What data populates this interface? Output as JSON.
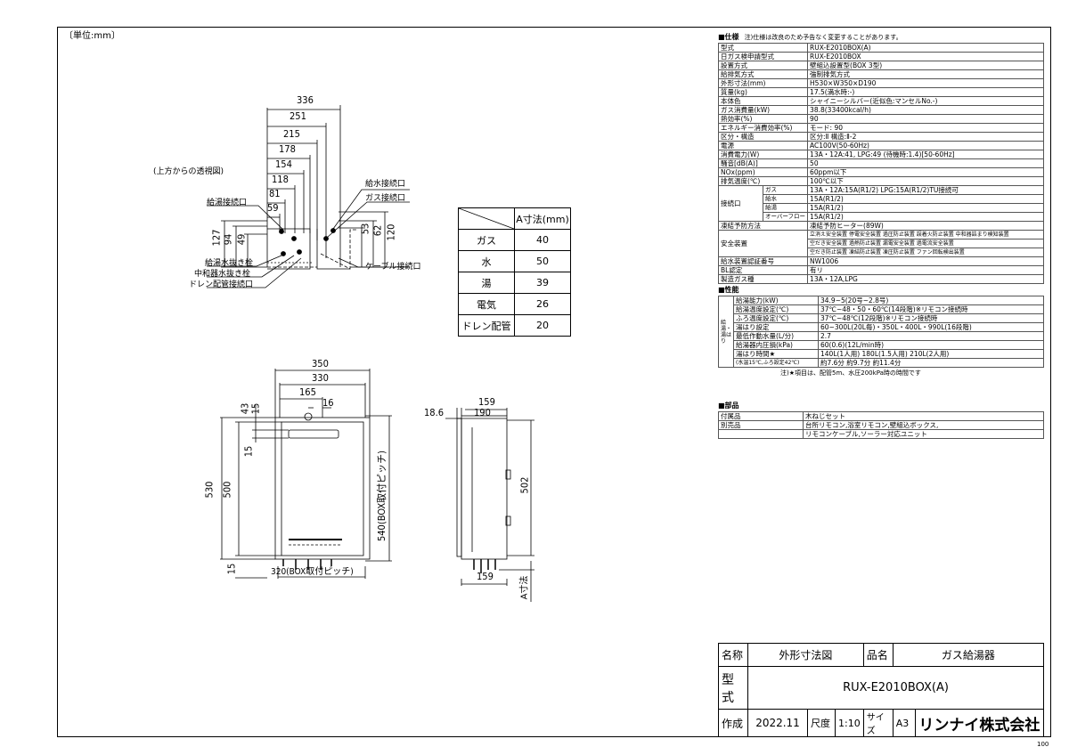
{
  "unit_note": "〔単位:mm〕",
  "top_view": {
    "caption": "(上方からの透視図)",
    "widths": [
      "336",
      "251",
      "215",
      "178",
      "154",
      "118",
      "81",
      "59"
    ],
    "heights": [
      "127",
      "94",
      "49"
    ],
    "right_heights": [
      "53",
      "62",
      "120"
    ],
    "callouts_left": [
      "給湯接続口",
      "給湯水抜き栓",
      "中和器水抜き栓",
      "ドレン配管接続口"
    ],
    "callouts_right": [
      "給水接続口",
      "ガス接続口",
      "ケーブル接続口"
    ]
  },
  "a_table": {
    "header": "A寸法(mm)",
    "rows": [
      {
        "name": "ガス",
        "value": "40"
      },
      {
        "name": "水",
        "value": "50"
      },
      {
        "name": "湯",
        "value": "39"
      },
      {
        "name": "電気",
        "value": "26"
      },
      {
        "name": "ドレン配管",
        "value": "20"
      }
    ]
  },
  "front_view": {
    "top_dims": [
      "350",
      "330",
      "165",
      "16"
    ],
    "left_dims": [
      "15",
      "43",
      "15",
      "530",
      "500",
      "15"
    ],
    "right_dim": "540(BOX取付ピッチ)",
    "bottom_dim": "320(BOX取付ピッチ)"
  },
  "side_view": {
    "top_dims": [
      "18.6",
      "190",
      "159"
    ],
    "right_dim": "502",
    "bottom_dim": "159",
    "a_label": "A寸法"
  },
  "spec": {
    "title": "■仕様",
    "note": "注)仕様は改良のため予告なく変更することがあります。",
    "rows": [
      [
        "型式",
        "RUX-E2010BOX(A)"
      ],
      [
        "日ガス検申請型式",
        "RUX-E2010BOX"
      ],
      [
        "設置方式",
        "壁組込設置型(BOX 3型)"
      ],
      [
        "給排気方式",
        "強制排気方式"
      ],
      [
        "外形寸法(mm)",
        "H530×W350×D190"
      ],
      [
        "質量(kg)",
        "17.5(満水時:-)"
      ],
      [
        "本体色",
        "シャイニーシルバー(近似色:マンセルNo.-)"
      ],
      [
        "ガス消費量(kW)",
        "38.8(33400kcal/h)"
      ],
      [
        "熱効率(%)",
        "90"
      ],
      [
        "エネルギー消費効率(%)",
        "モード: 90"
      ],
      [
        "区分・構造",
        "区分:Ⅱ 構造:Ⅱ-2"
      ],
      [
        "電源",
        "AC100V(50-60Hz)"
      ],
      [
        "消費電力(W)",
        "13A・12A:41, LPG:49 (待機時:1.4)[50-60Hz]"
      ],
      [
        "騒音[dB(A)]",
        "50"
      ],
      [
        "NOx(ppm)",
        "60ppm以下"
      ],
      [
        "排気温度(℃)",
        "100℃以下"
      ]
    ],
    "connection_label": "接続口",
    "connections": [
      [
        "ガス",
        "13A・12A:15A(R1/2) LPG:15A(R1/2)TU接続可"
      ],
      [
        "給水",
        "15A(R1/2)"
      ],
      [
        "給湯",
        "15A(R1/2)"
      ],
      [
        "オーバーフロー",
        "15A(R1/2)"
      ]
    ],
    "freeze": [
      "凍結予防方法",
      "凍結予防ヒーター(89W)"
    ],
    "safety_label": "安全装置",
    "safety": [
      "立消え安全装置 停電安全装置 過圧防止装置 誤着火防止装置     中和器詰まり検知装置",
      "空だき安全装置 過熱防止装置 漏電安全装置 過電流安全装置",
      "空だき防止装置 凍結防止装置 凍圧防止装置 ファン回転検出装置"
    ],
    "tail_rows": [
      [
        "給水装置認証番号",
        "NW1006"
      ],
      [
        "BL認定",
        "有リ"
      ],
      [
        "製造ガス種",
        "13A・12A,LPG"
      ]
    ]
  },
  "perf": {
    "title": "■性能",
    "side_label": "給湯・湯はり",
    "rows": [
      [
        "給湯能力(kW)",
        "34.9~5(20号~2.8号)"
      ],
      [
        "給湯温度設定(℃)",
        "37℃~48・50・60℃(14段階)※リモコン接続時"
      ],
      [
        "ふろ温度設定(℃)",
        "37℃~48℃(12段階)※リモコン接続時"
      ],
      [
        "湯はり設定",
        "60~300L(20L毎)・350L・400L・990L(16段階)"
      ],
      [
        "最低作動水量(L/分)",
        "2.7"
      ],
      [
        "給湯器内圧損(kPa)",
        "60(0.6)(12L/min時)"
      ]
    ],
    "bath_label": "湯はり時間★",
    "bath_sub": "(水温15℃,ふろ設定42℃)",
    "bath_line1": "140L(1人用)  180L(1.5人用)  210L(2人用)",
    "bath_line2": "約7.6分     約9.7分     約11.4分",
    "footnote": "注)★項目は、配管5m、水圧200kPa時の時間です"
  },
  "parts": {
    "title": "■部品",
    "rows": [
      [
        "付属品",
        "木ねじセット"
      ],
      [
        "別売品",
        "台所リモコン,浴室リモコン,壁組込ボックス,"
      ],
      [
        "",
        "リモコンケーブル,ソーラー対応ユニット"
      ]
    ]
  },
  "title_block": {
    "name_label": "名称",
    "name_value": "外形寸法図",
    "product_label": "品名",
    "product_value": "ガス給湯器",
    "model_label": "型式",
    "model_value": "RUX-E2010BOX(A)",
    "made_label": "作成",
    "made_value": "2022.11",
    "scale_label": "尺度",
    "scale_value": "1:10",
    "size_label": "サイズ",
    "size_value": "A3",
    "company": "リンナイ株式会社"
  },
  "page_no": "100"
}
